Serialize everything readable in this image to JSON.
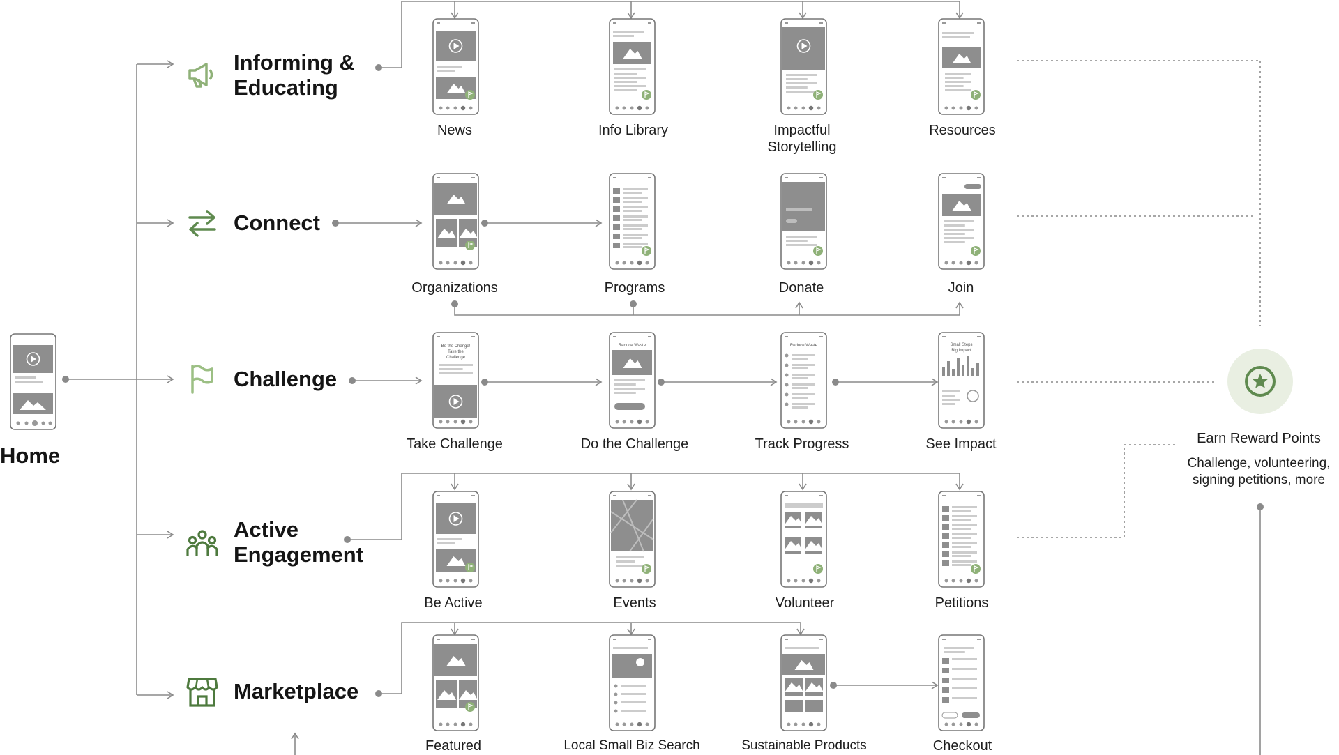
{
  "root": {
    "label": "Home"
  },
  "colors": {
    "accent_green": "#5f8a4f",
    "light_green": "#9cbf84",
    "badge_bg": "#e9efe2",
    "line": "#8a8a8a",
    "phone_fill": "#8e8e8e"
  },
  "categories": [
    {
      "id": "informing",
      "title_lines": [
        "Informing &",
        "Educating"
      ],
      "icon": "megaphone-icon",
      "screens": [
        {
          "label": "News",
          "wireframe": "video-feed"
        },
        {
          "label": "Info Library",
          "wireframe": "article"
        },
        {
          "label": "Impactful Storytelling",
          "wireframe": "story"
        },
        {
          "label": "Resources",
          "wireframe": "tips"
        }
      ]
    },
    {
      "id": "connect",
      "title_lines": [
        "Connect"
      ],
      "icon": "swap-arrows-icon",
      "screens": [
        {
          "label": "Organizations",
          "wireframe": "gallery"
        },
        {
          "label": "Programs",
          "wireframe": "list"
        },
        {
          "label": "Donate",
          "wireframe": "donate"
        },
        {
          "label": "Join",
          "wireframe": "join"
        }
      ]
    },
    {
      "id": "challenge",
      "title_lines": [
        "Challenge"
      ],
      "icon": "flag-icon",
      "screens": [
        {
          "label": "Take Challenge",
          "wireframe": "take-challenge",
          "screen_text": [
            "Be the Change!",
            "Take the",
            "Challenge"
          ]
        },
        {
          "label": "Do the Challenge",
          "wireframe": "do-challenge",
          "screen_text": [
            "Reduce Waste"
          ]
        },
        {
          "label": "Track Progress",
          "wireframe": "track",
          "screen_text": [
            "Reduce Waste"
          ]
        },
        {
          "label": "See Impact",
          "wireframe": "impact",
          "screen_text": [
            "Small Steps",
            "Big Impact"
          ]
        }
      ]
    },
    {
      "id": "active",
      "title_lines": [
        "Active",
        "Engagement"
      ],
      "icon": "people-group-icon",
      "screens": [
        {
          "label": "Be Active",
          "wireframe": "video-feed"
        },
        {
          "label": "Events",
          "wireframe": "map"
        },
        {
          "label": "Volunteer",
          "wireframe": "grid"
        },
        {
          "label": "Petitions",
          "wireframe": "list"
        }
      ]
    },
    {
      "id": "marketplace",
      "title_lines": [
        "Marketplace"
      ],
      "icon": "storefront-icon",
      "screens": [
        {
          "label": "Featured",
          "wireframe": "gallery"
        },
        {
          "label": "Local Small Biz Search",
          "wireframe": "map-pins"
        },
        {
          "label": "Sustainable Products",
          "wireframe": "products"
        },
        {
          "label": "Checkout",
          "wireframe": "checkout"
        }
      ]
    }
  ],
  "reward": {
    "title": "Earn Reward Points",
    "description_lines": [
      "Challenge, volunteering,",
      "signing petitions, more"
    ],
    "icon": "star-badge-icon"
  }
}
